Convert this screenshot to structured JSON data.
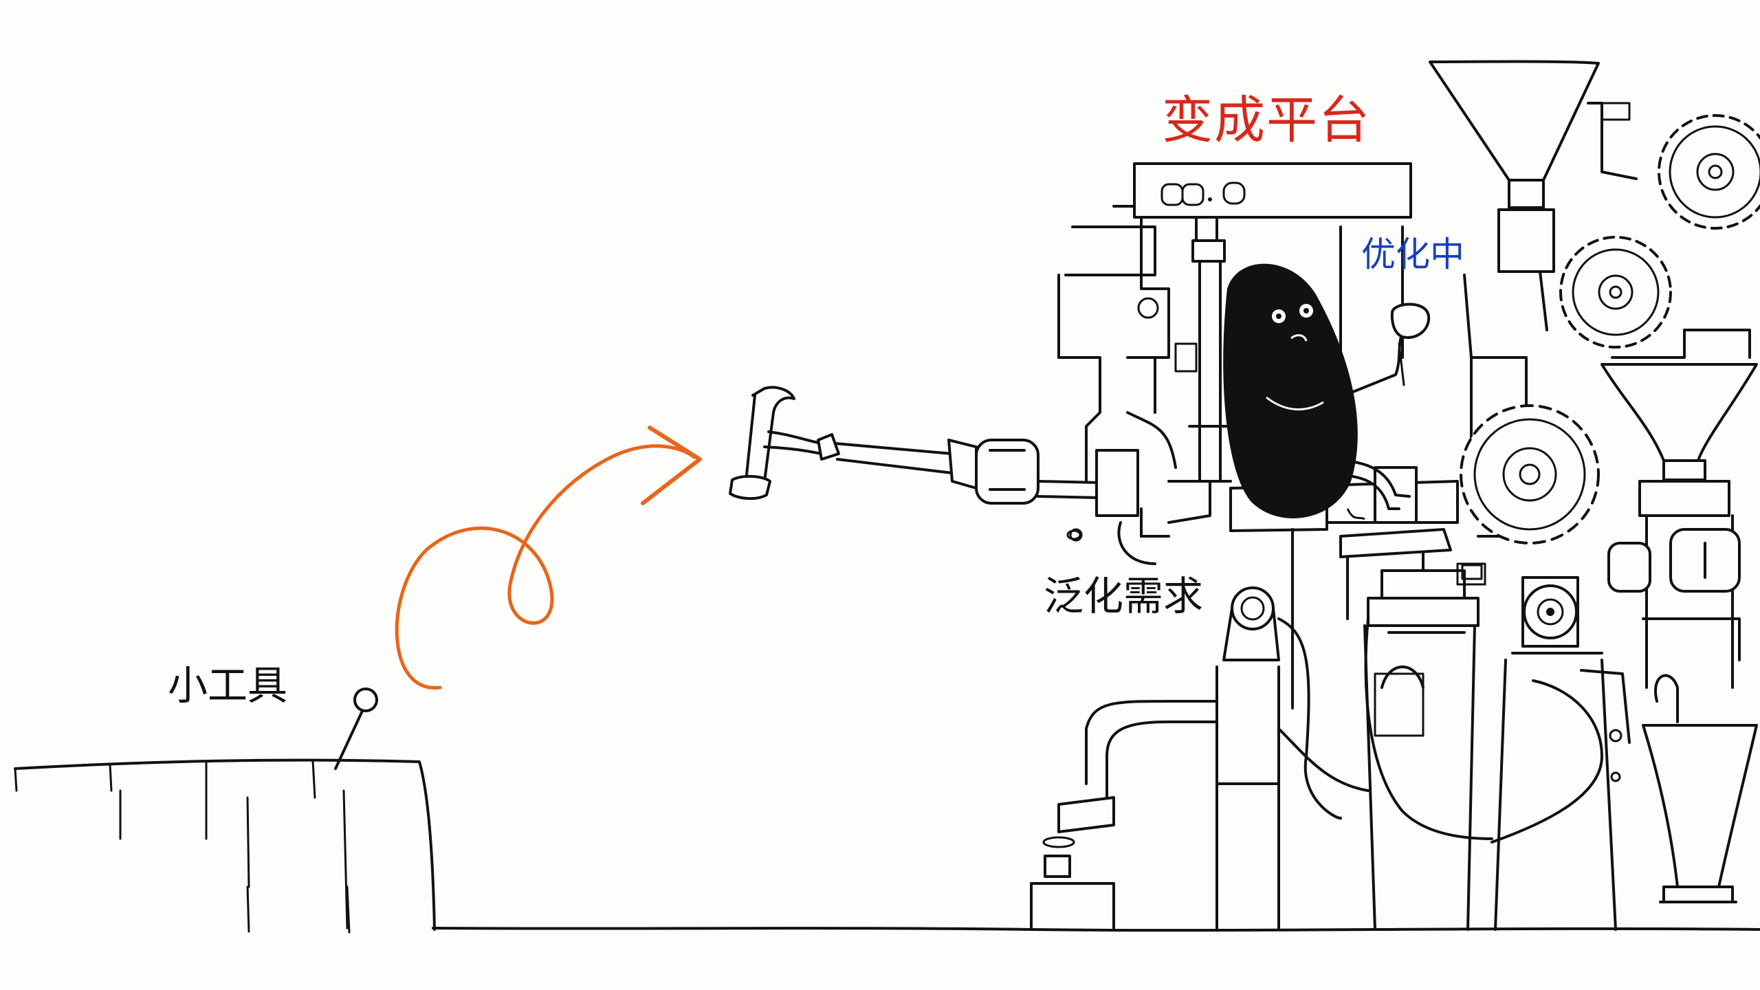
{
  "labels": {
    "transform_platform": "变成平台",
    "optimizing": "优化中",
    "generalization_demand": "泛化需求",
    "small_tool": "小工具"
  },
  "colors": {
    "ink": "#111111",
    "red_label": "#d8281c",
    "blue_label": "#1a3fb8",
    "orange_arrow": "#e8651a",
    "background": "#fdfdfc"
  },
  "icons": {
    "nail": "nail-icon",
    "hammer": "hammer-icon",
    "creature": "blob-creature-icon"
  }
}
